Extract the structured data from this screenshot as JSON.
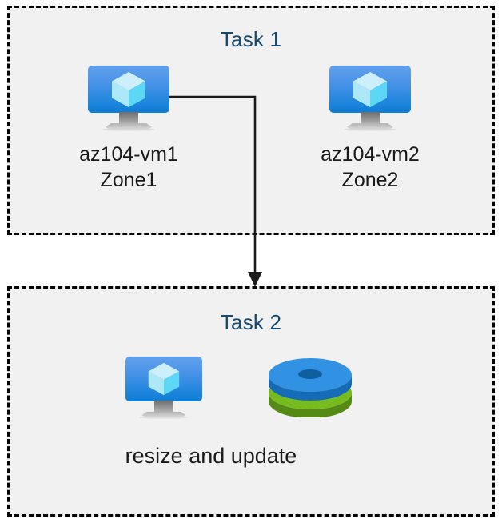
{
  "diagram": {
    "title_color": "#16496f",
    "box_fill": "#f1f1f1",
    "box_border_color": "#000000",
    "accent_blue": "#1f86dc",
    "accent_green": "#76bc21",
    "connector_color": "#1a1a1a"
  },
  "task1": {
    "title": "Task 1",
    "nodes": [
      {
        "icon": "virtual-machine-icon",
        "label": "az104-vm1\nZone1",
        "name": "az104-vm1",
        "zone": "Zone1"
      },
      {
        "icon": "virtual-machine-icon",
        "label": "az104-vm2\nZone2",
        "name": "az104-vm2",
        "zone": "Zone2"
      }
    ]
  },
  "task2": {
    "title": "Task 2",
    "icons": [
      {
        "icon": "virtual-machine-icon"
      },
      {
        "icon": "managed-disks-icon"
      }
    ],
    "label": "resize and update"
  },
  "connector": {
    "from": "az104-vm1",
    "to": "task2",
    "arrowhead": "down-arrow-icon"
  }
}
